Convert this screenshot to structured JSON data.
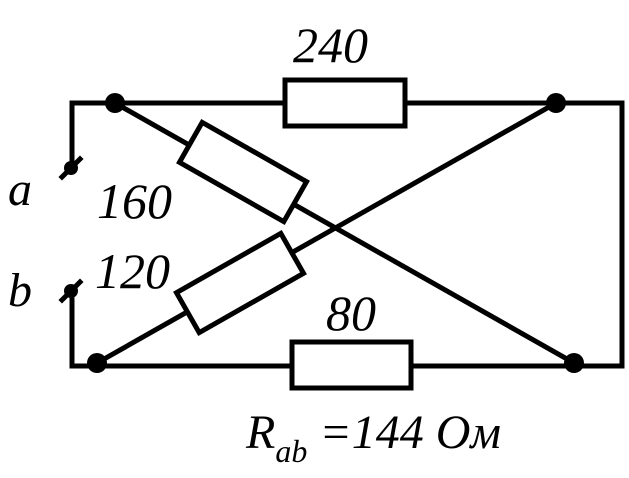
{
  "diagram": {
    "terminals": {
      "a": "a",
      "b": "b"
    },
    "resistors": {
      "top": "240",
      "bottom": "80",
      "diag_a": "160",
      "diag_b": "120"
    },
    "result": {
      "symbol": "R",
      "subscript": "ab",
      "equals_value": " =144 Ом"
    },
    "colors": {
      "ink": "#000000",
      "background": "#ffffff"
    }
  }
}
